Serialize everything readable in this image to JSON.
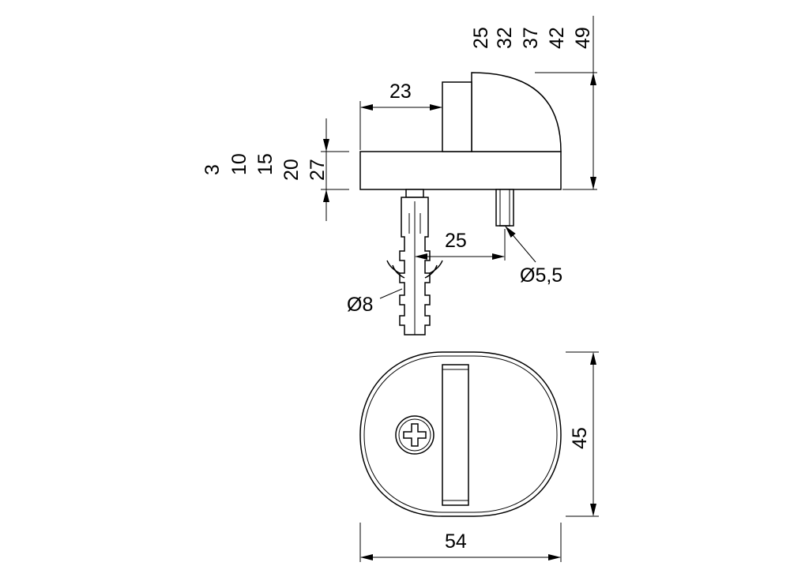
{
  "drawing": {
    "top_heights": [
      "25",
      "32",
      "37",
      "42",
      "49"
    ],
    "left_heights": [
      "3",
      "10",
      "15",
      "20",
      "27"
    ],
    "base_width_label": "23",
    "pin_spacing_label": "25",
    "pin_diameter_label": "Ø5,5",
    "anchor_diameter_label": "Ø8",
    "plan_height_label": "45",
    "plan_width_label": "54"
  }
}
